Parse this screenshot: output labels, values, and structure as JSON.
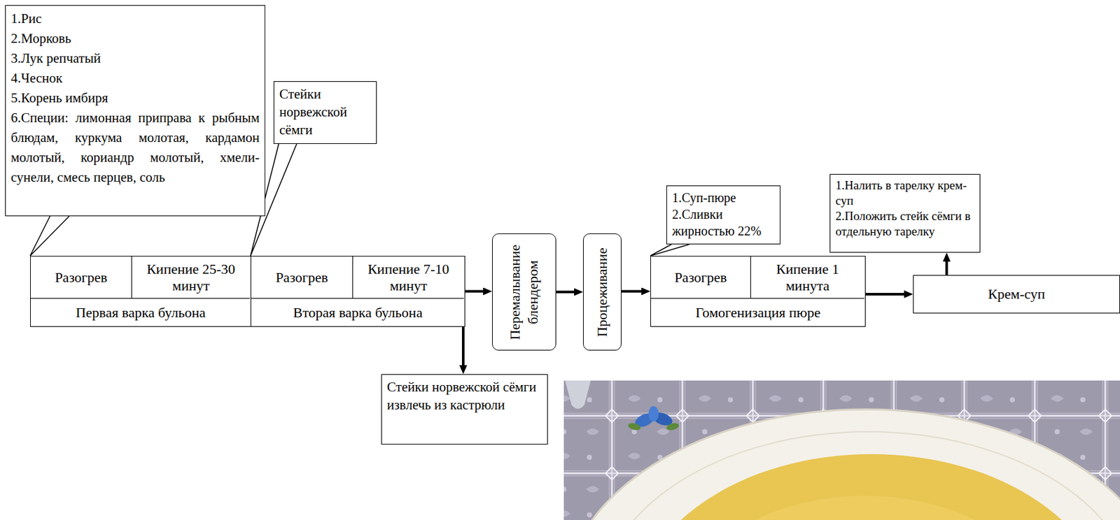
{
  "diagram": {
    "nodes": [
      {
        "text": [
          "1.Рис",
          "2.Морковь",
          "3.Лук репчатый",
          "4.Чеснок",
          "5.Корень имбиря",
          "6.Специи: лимонная приправа к рыбным блюдам, куркума молотая, кардамон молотый, кориандр молотый, хмели-сунели, смесь перцев, соль"
        ]
      },
      {
        "text": [
          "Стейки норвежской сёмги"
        ]
      },
      {
        "text": [
          "Первая варка бульона"
        ]
      },
      {
        "text": [
          "Разогрев"
        ],
        "in": 2
      },
      {
        "text": [
          "Кипение 25-30 минут"
        ],
        "in": 2
      },
      {
        "text": [
          "Вторая варка бульона"
        ]
      },
      {
        "text": [
          "Разогрев"
        ],
        "in": 5
      },
      {
        "text": [
          "Кипение 7-10 минут"
        ],
        "in": 5
      },
      {
        "text": [
          "Стейки норвежской сёмги извлечь из кастрюли"
        ]
      },
      {
        "text": [
          "Перемалывание блендером"
        ]
      },
      {
        "text": [
          "Процеживание"
        ]
      },
      {
        "text": [
          "1.Суп-пюре",
          "2.Сливки жирностью 22%"
        ]
      },
      {
        "text": [
          "Гомогенизация пюре"
        ]
      },
      {
        "text": [
          "Разогрев"
        ],
        "in": 12
      },
      {
        "text": [
          "Кипение 1 минута"
        ],
        "in": 12
      },
      {
        "text": [
          "1.Налить в тарелку крем-суп",
          "2.Положить стейк сёмги в отдельную тарелку"
        ]
      },
      {
        "text": [
          "Крем-суп"
        ]
      }
    ],
    "edges": [
      {
        "from": 0,
        "to": 2,
        "arrow": "none"
      },
      {
        "from": 1,
        "to": 5,
        "arrow": "none"
      },
      {
        "from": 5,
        "to": 9,
        "arrow": "to"
      },
      {
        "from": 5,
        "to": 8,
        "arrow": "to"
      },
      {
        "from": 9,
        "to": 10,
        "arrow": "to"
      },
      {
        "from": 10,
        "to": 12,
        "arrow": "to"
      },
      {
        "from": 11,
        "to": 12,
        "arrow": "none"
      },
      {
        "from": 12,
        "to": 16,
        "arrow": "to"
      },
      {
        "from": 16,
        "to": 15,
        "arrow": "to"
      }
    ]
  }
}
